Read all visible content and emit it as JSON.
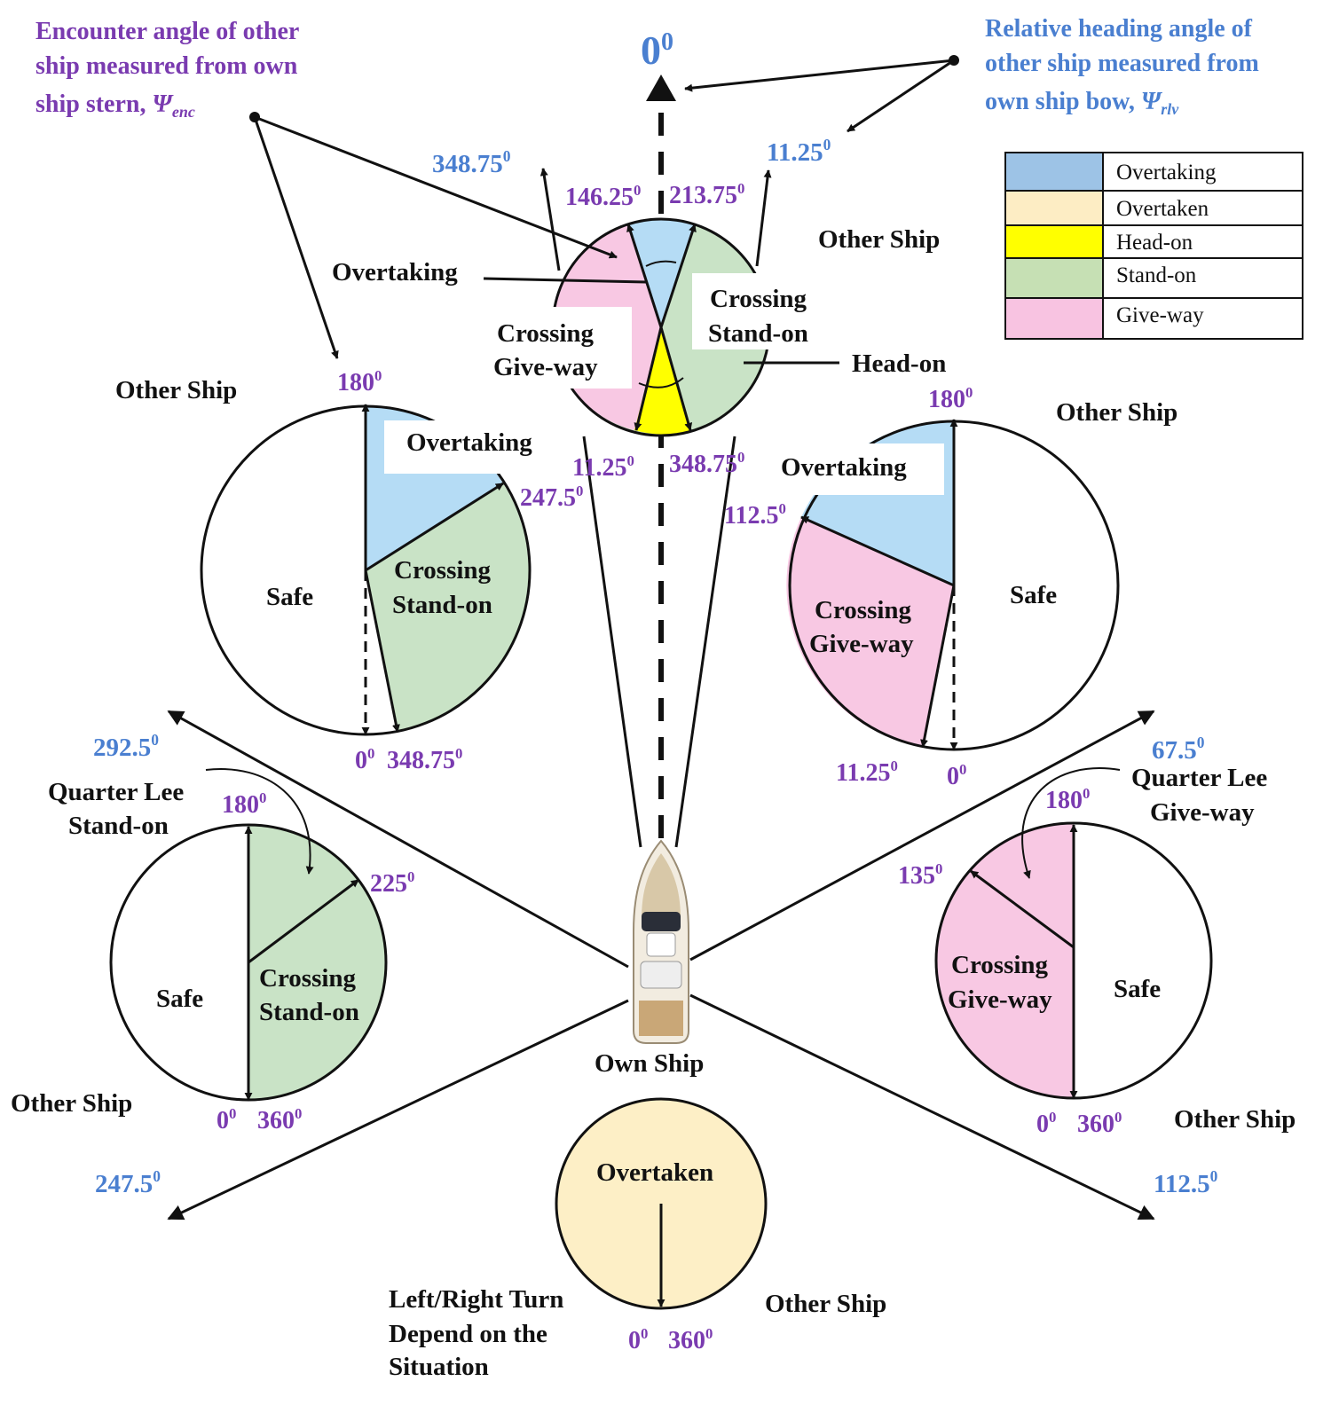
{
  "titles": {
    "encounter": {
      "line1": "Encounter angle of other",
      "line2": "ship measured from own",
      "line3_text": "ship stern,",
      "symbol": "Ψ",
      "subscript": "enc"
    },
    "relative": {
      "line1": "Relative heading angle of",
      "line2": "other ship measured from",
      "line3_text": "own ship bow,",
      "symbol": "Ψ",
      "subscript": "rlv"
    }
  },
  "zero_top": "0",
  "degree_mark": "0",
  "sector_bounds": {
    "bow_left": "348.75",
    "bow_right": "11.25",
    "starboard_bow": "67.5",
    "starboard_quarter": "112.5",
    "port_bow": "292.5",
    "port_quarter": "247.5"
  },
  "common": {
    "other_ship": "Other Ship",
    "own_ship": "Own Ship",
    "overtaking": "Overtaking",
    "overtaken": "Overtaken",
    "safe": "Safe",
    "head_on": "Head-on",
    "crossing": "Crossing",
    "give_way": "Give-way",
    "stand_on": "Stand-on",
    "quarter_lee": "Quarter Lee"
  },
  "circles": {
    "top": {
      "a1": "146.25",
      "a2": "213.75",
      "b1": "11.25",
      "b2": "348.75"
    },
    "upper_left": {
      "top": "180",
      "edge": "247.5",
      "bottom0": "0",
      "bottom1": "348.75"
    },
    "upper_right": {
      "top": "180",
      "edge": "112.5",
      "bottom0": "11.25",
      "bottom1": "0"
    },
    "lower_left": {
      "top": "180",
      "edge": "225",
      "bottom0": "0",
      "bottom1": "360"
    },
    "lower_right": {
      "top": "180",
      "edge": "135",
      "bottom0": "0",
      "bottom1": "360"
    },
    "bottom": {
      "bottom0": "0",
      "bottom1": "360",
      "note1": "Left/Right Turn",
      "note2": "Depend on the",
      "note3": "Situation"
    }
  },
  "legend": [
    {
      "label": "Overtaking",
      "color": "#9dc3e6"
    },
    {
      "label": "Overtaken",
      "color": "#fdedc4"
    },
    {
      "label": "Head-on",
      "color": "#ffff00"
    },
    {
      "label": "Stand-on",
      "color": "#c6e0b4"
    },
    {
      "label": "Give-way",
      "color": "#f8c3e1"
    }
  ],
  "colors": {
    "overtaking": "#b5dcf5",
    "overtaken": "#fdefc6",
    "head_on": "#ffff00",
    "stand_on": "#c9e3c6",
    "give_way": "#f8c8e3",
    "purple_text": "#7a3bb0",
    "blue_text": "#4a7fd0"
  }
}
